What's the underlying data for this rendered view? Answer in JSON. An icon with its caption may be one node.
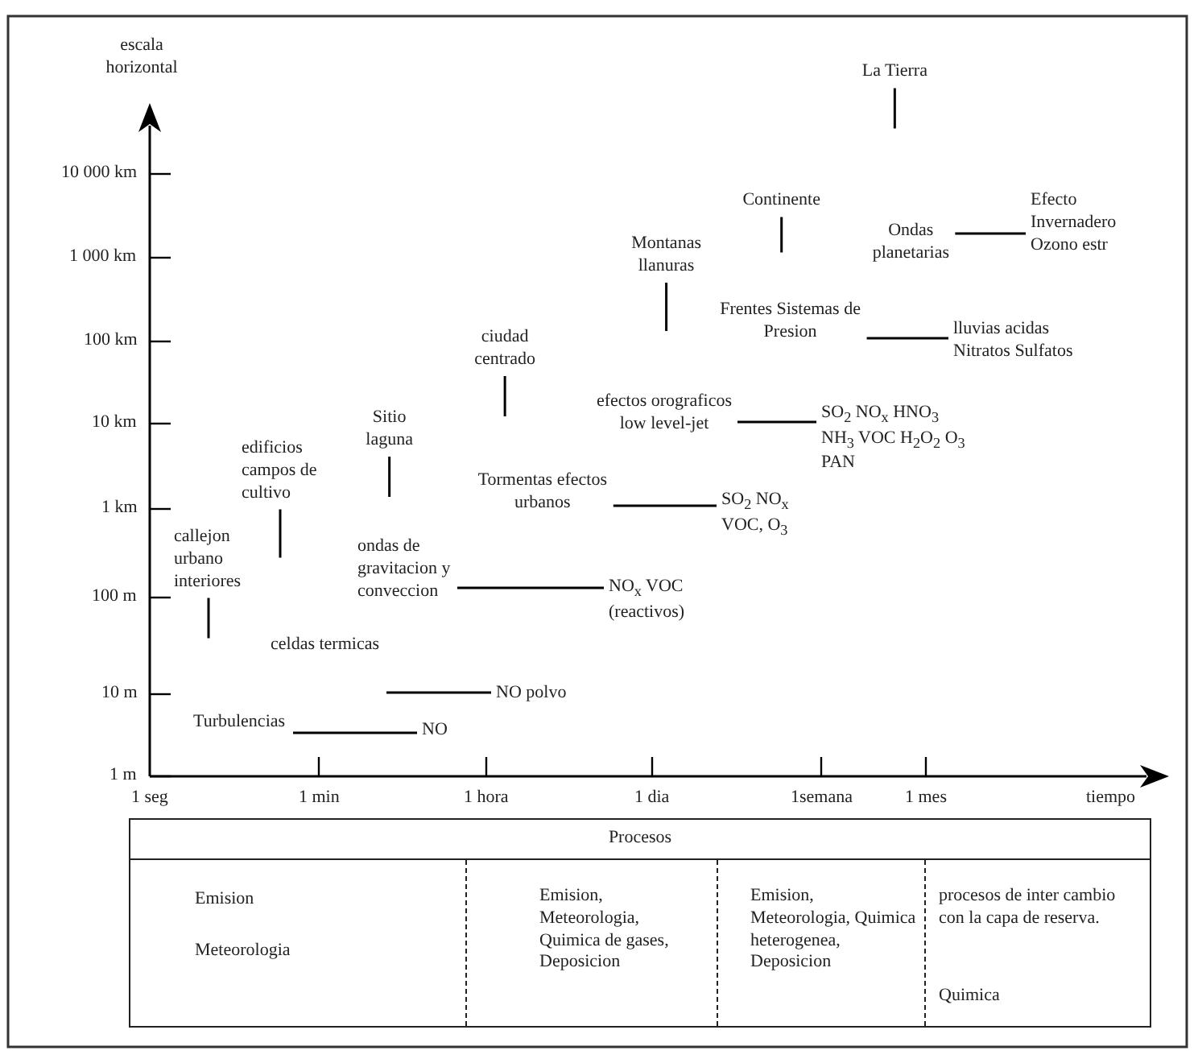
{
  "diagram": {
    "nodes": [
      {
        "text": [
          "La Tierra"
        ]
      },
      {
        "text": [
          "Continente"
        ]
      },
      {
        "text": [
          "Ondas planetarias"
        ]
      },
      {
        "text": [
          "Efecto Invernadero Ozono estr"
        ]
      },
      {
        "text": [
          "Montanas llanuras"
        ]
      },
      {
        "text": [
          "Frentes Sistemas de Presion"
        ]
      },
      {
        "text": [
          "lluvias acidas Nitratos Sulfatos"
        ]
      },
      {
        "text": [
          "ciudad centrado"
        ]
      },
      {
        "text": [
          "efectos orograficos low level-jet"
        ]
      },
      {
        "text": [
          "SO$_{2}$ NO$_{x}$ HNO$_{3}$ NH$_{3}$ VOC H$_{2}$O$_{2}$ O$_{3}$ PAN"
        ]
      },
      {
        "text": [
          "Sitio laguna"
        ]
      },
      {
        "text": [
          "edificios campos de cultivo"
        ]
      },
      {
        "text": [
          "Tormentas efectos urbanos"
        ]
      },
      {
        "text": [
          "SO$_{2}$ NO$_{x}$ VOC, O$_{3}$"
        ]
      },
      {
        "text": [
          "callejon urbano interiores"
        ]
      },
      {
        "text": [
          "ondas de gravitacion y conveccion"
        ]
      },
      {
        "text": [
          "NO$_{x}$ VOC (reactivos)"
        ]
      },
      {
        "text": [
          "celdas termicas"
        ]
      },
      {
        "text": [
          "NO polvo"
        ]
      },
      {
        "text": [
          "Turbulencias"
        ]
      },
      {
        "text": [
          "NO"
        ]
      }
    ],
    "edges": [
      {
        "from": 0,
        "to": null,
        "arrow": "none"
      },
      {
        "from": 1,
        "to": null,
        "arrow": "none"
      },
      {
        "from": 2,
        "to": 3,
        "arrow": "none"
      },
      {
        "from": 4,
        "to": null,
        "arrow": "none"
      },
      {
        "from": 5,
        "to": 6,
        "arrow": "none"
      },
      {
        "from": 7,
        "to": null,
        "arrow": "none"
      },
      {
        "from": 8,
        "to": 9,
        "arrow": "none"
      },
      {
        "from": 10,
        "to": null,
        "arrow": "none"
      },
      {
        "from": 11,
        "to": null,
        "arrow": "none"
      },
      {
        "from": 12,
        "to": 13,
        "arrow": "none"
      },
      {
        "from": 14,
        "to": null,
        "arrow": "none"
      },
      {
        "from": 15,
        "to": 16,
        "arrow": "none"
      },
      {
        "from": 17,
        "to": 18,
        "arrow": "none"
      },
      {
        "from": 19,
        "to": 20,
        "arrow": "none"
      }
    ],
    "labels": [
      "escala horizontal",
      "10 000 km",
      "1 000 km",
      "100 km",
      "10 km",
      "1 km",
      "100 m",
      "10 m",
      "1 m",
      "1 seg",
      "1 min",
      "1 hora",
      "1 dia",
      "1semana",
      "1 mes",
      "tiempo",
      "Procesos",
      "Emision",
      "Meteorologia",
      "Emision, Meteorologia, Quimica de gases, Deposicion",
      "Emision, Meteorologia, Quimica heterogenea, Deposicion",
      "procesos de inter cambio con la capa de reserva.",
      "Quimica"
    ]
  }
}
